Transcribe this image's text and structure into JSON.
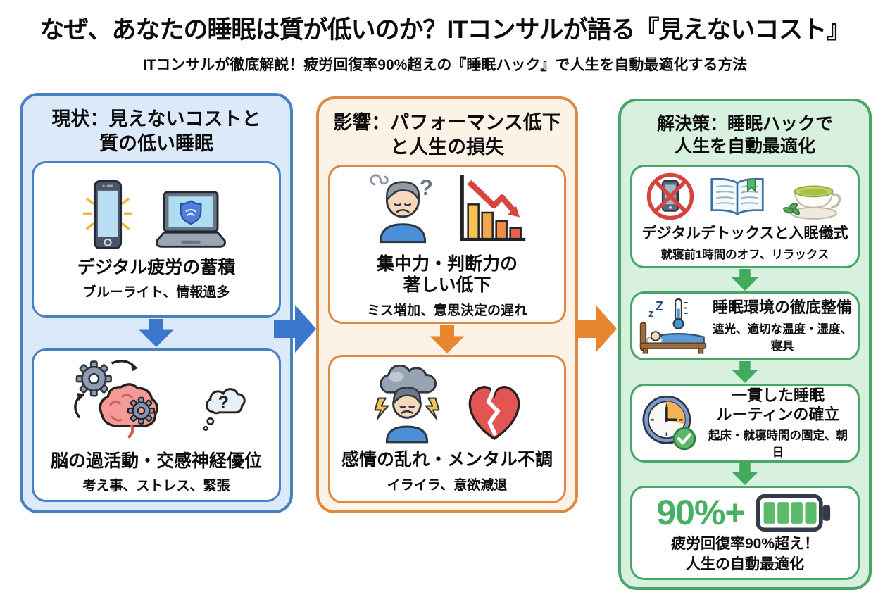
{
  "page": {
    "title": "なぜ、あなたの睡眠は質が低いのか？ITコンサルが語る『見えないコスト』",
    "subtitle": "ITコンサルが徹底解説！疲労回復率90%超えの『睡眠ハック』で人生を自動最適化する方法"
  },
  "columns": {
    "current": {
      "header": {
        "line1": "現状：見えないコストと",
        "line2": "質の低い睡眠"
      },
      "box1": {
        "title": "デジタル疲労の蓄積",
        "subtitle": "ブルーライト、情報過多",
        "icons": [
          "smartphone-icon",
          "laptop-shield-icon"
        ]
      },
      "box2": {
        "title": "脳の過活動・交感神経優位",
        "subtitle": "考え事、ストレス、緊張",
        "icons": [
          "brain-gears-icon",
          "thought-bubble-icon"
        ]
      }
    },
    "impact": {
      "header": {
        "line1": "影響：パフォーマンス低下",
        "line2": "と人生の損失"
      },
      "box1": {
        "title_line1": "集中力・判断力の",
        "title_line2": "著しい低下",
        "subtitle": "ミス増加、意思決定の遅れ",
        "icons": [
          "tired-person-icon",
          "declining-chart-icon"
        ]
      },
      "box2": {
        "title": "感情の乱れ・メンタル不調",
        "subtitle": "イライラ、意欲減退",
        "icons": [
          "storm-cloud-person-icon",
          "broken-heart-icon"
        ]
      }
    },
    "solution": {
      "header": {
        "line1": "解決策：睡眠ハックで",
        "line2": "人生を自動最適化"
      },
      "box1": {
        "title": "デジタルデトックスと入眠儀式",
        "subtitle": "就寝前1時間のオフ、リラックス",
        "icons": [
          "no-phone-icon",
          "open-book-icon",
          "green-tea-icon"
        ]
      },
      "box2": {
        "title": "睡眠環境の徹底整備",
        "subtitle": "遮光、適切な温度・湿度、寝具",
        "icons": [
          "sleeping-bed-icon",
          "thermometer-icon"
        ]
      },
      "box3": {
        "title_line1": "一貫した睡眠",
        "title_line2": "ルーティンの確立",
        "subtitle": "起床・就寝時間の固定、朝日",
        "icons": [
          "clock-check-icon"
        ]
      },
      "box4": {
        "stat": "90%+",
        "title": "疲労回復率90%超え！",
        "subtitle": "人生の自動最適化",
        "icons": [
          "battery-full-icon"
        ]
      }
    }
  },
  "colors": {
    "blue_border": "#4a7fc1",
    "blue_fill": "#dce9f8",
    "blue_arrow": "#3b77cc",
    "orange_border": "#dd8843",
    "orange_fill": "#fcf2e5",
    "orange_arrow": "#e8862e",
    "green_border": "#4aa569",
    "green_fill": "#d8f0de",
    "green_arrow": "#43a95f",
    "stat_green": "#47b163"
  }
}
